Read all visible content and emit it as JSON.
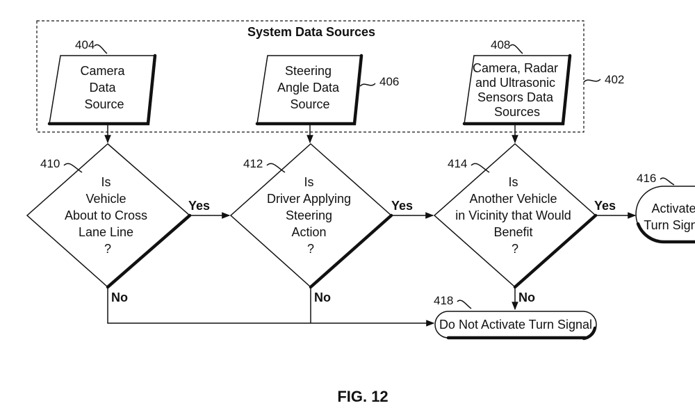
{
  "title": "System Data Sources",
  "group_ref": "402",
  "figure_label": "FIG. 12",
  "sources": [
    {
      "ref": "404",
      "lines": [
        "Camera",
        "Data",
        "Source"
      ]
    },
    {
      "ref": "406",
      "lines": [
        "Steering",
        "Angle Data",
        "Source"
      ]
    },
    {
      "ref": "408",
      "lines": [
        "Camera, Radar",
        "and Ultrasonic",
        "Sensors Data",
        "Sources"
      ]
    }
  ],
  "decisions": [
    {
      "ref": "410",
      "lines": [
        "Is",
        "Vehicle",
        "About to Cross",
        "Lane Line",
        "?"
      ]
    },
    {
      "ref": "412",
      "lines": [
        "Is",
        "Driver Applying",
        "Steering",
        "Action",
        "?"
      ]
    },
    {
      "ref": "414",
      "lines": [
        "Is",
        "Another Vehicle",
        "in Vicinity that Would",
        "Benefit",
        "?"
      ]
    }
  ],
  "terminals": [
    {
      "ref": "416",
      "lines": [
        "Activate",
        "Turn Signal"
      ]
    },
    {
      "ref": "418",
      "lines": [
        "Do Not Activate Turn Signal"
      ]
    }
  ],
  "edge_labels": {
    "yes": "Yes",
    "no": "No"
  }
}
